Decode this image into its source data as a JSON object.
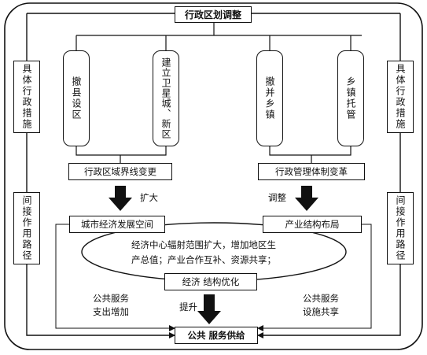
{
  "title": "行政区划调整",
  "side_labels": {
    "left_top": "具体行政措施",
    "right_top": "具体行政措施",
    "left_bottom": "间接作用路径",
    "right_bottom": "间接作用路径"
  },
  "measures": [
    "撤县设区",
    "建立卫星城、新区",
    "撤并乡镇",
    "乡镇托管"
  ],
  "boundary_change": "行政区域界线变更",
  "management_reform": "行政管理体制变革",
  "arrow_labels": {
    "expand": "扩大",
    "adjust": "调整",
    "upgrade": "提升"
  },
  "urban_space": "城市经济发展空间",
  "industry_layout": "产业结构布局",
  "effect_text": {
    "line1": "经济中心辐射范围扩大，增加地区生",
    "line2": "产总值；产业合作互补、资源共享；"
  },
  "economic_optimization": "经济 结构优化",
  "left_path": {
    "line1": "公共服务",
    "line2": "支出增加"
  },
  "right_path": {
    "line1": "公共服务",
    "line2": "设施共享"
  },
  "public_service_supply": "公共 服务供给"
}
